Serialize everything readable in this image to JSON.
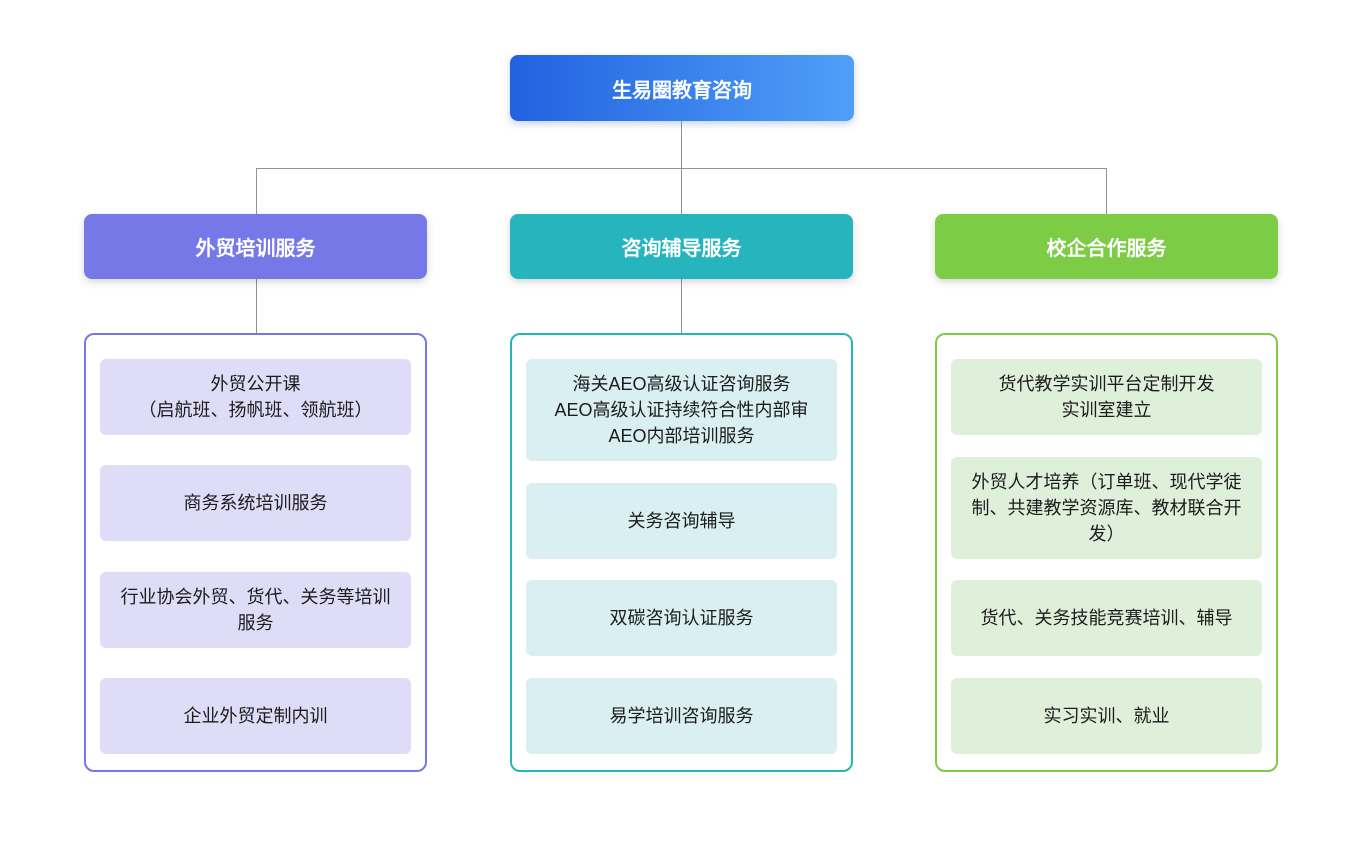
{
  "root": {
    "label": "生易圈教育咨询"
  },
  "branches": [
    {
      "title": "外贸培训服务",
      "items": [
        "外贸公开课\n（启航班、扬帆班、领航班）",
        "商务系统培训服务",
        "行业协会外贸、货代、关务等培训服务",
        "企业外贸定制内训"
      ]
    },
    {
      "title": "咨询辅导服务",
      "items": [
        "海关AEO高级认证咨询服务\nAEO高级认证持续符合性内部审\nAEO内部培训服务",
        "关务咨询辅导",
        "双碳咨询认证服务",
        "易学培训咨询服务"
      ]
    },
    {
      "title": "校企合作服务",
      "items": [
        "货代教学实训平台定制开发\n实训室建立",
        "外贸人才培养（订单班、现代学徒制、共建教学资源库、教材联合开发）",
        "货代、关务技能竞赛培训、辅导",
        "实习实训、就业"
      ]
    }
  ],
  "colors": {
    "root_gradient_start": "#2262e0",
    "root_gradient_end": "#4f9ff8",
    "branch_1_accent": "#7678e8",
    "branch_1_item_bg": "#dedcf6",
    "branch_2_accent": "#26b5bc",
    "branch_2_item_bg": "#d9eff1",
    "branch_3_accent": "#7ccc45",
    "branch_3_item_bg": "#def0da",
    "connector_line": "#8f949b"
  }
}
